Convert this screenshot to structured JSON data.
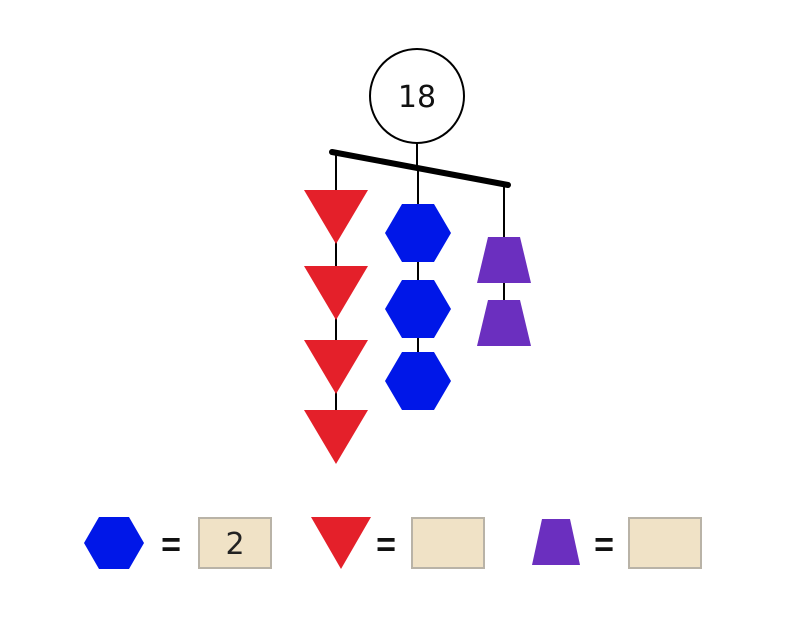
{
  "mobile": {
    "total": "18"
  },
  "colors": {
    "triangle": "#e4202a",
    "hexagon": "#0017e8",
    "trapezoid": "#6b2fbf",
    "answer_box_fill": "#f0e2c6",
    "answer_box_stroke": "#b9b3a7",
    "line": "#000000"
  },
  "strings": {
    "triangle_count": 4,
    "hexagon_count": 3,
    "trapezoid_count": 2
  },
  "legend": [
    {
      "shape": "hexagon-icon",
      "equals": "=",
      "value": "2"
    },
    {
      "shape": "triangle-icon",
      "equals": "=",
      "value": ""
    },
    {
      "shape": "trapezoid-icon",
      "equals": "=",
      "value": ""
    }
  ]
}
